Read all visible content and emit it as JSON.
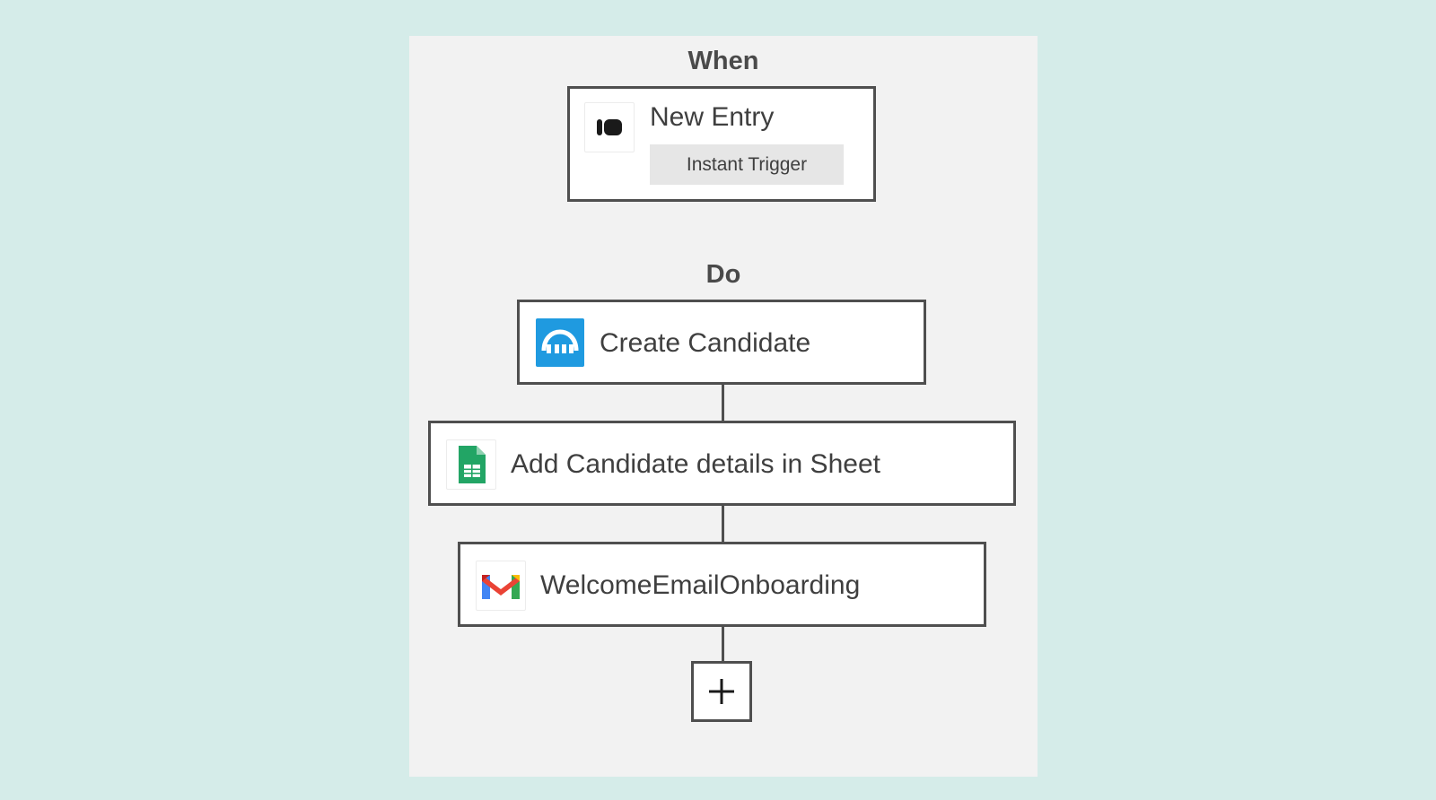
{
  "colors": {
    "page_background": "#d5ece9",
    "panel_background": "#f2f2f2",
    "node_border": "#4f4f4f",
    "text": "#3f3f3f",
    "recruit_blue": "#1f9ae0",
    "sheets_green": "#22a565"
  },
  "workflow": {
    "when_label": "When",
    "do_label": "Do",
    "trigger": {
      "title": "New Entry",
      "badge": "Instant Trigger",
      "icon": "form-app-icon"
    },
    "actions": [
      {
        "title": "Create Candidate",
        "icon": "recruit-app-icon"
      },
      {
        "title": "Add Candidate details in Sheet",
        "icon": "google-sheets-icon"
      },
      {
        "title": "WelcomeEmailOnboarding",
        "icon": "gmail-icon"
      }
    ],
    "add_step_icon": "plus-icon"
  }
}
